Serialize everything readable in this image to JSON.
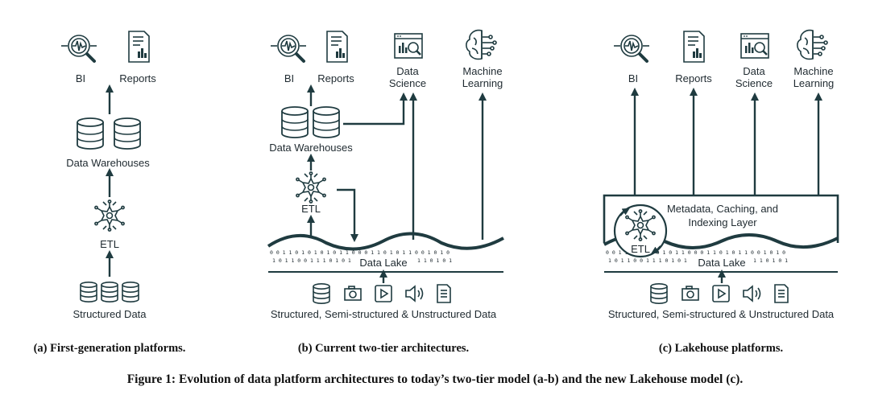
{
  "panel_a": {
    "bi": "BI",
    "reports": "Reports",
    "warehouses": "Data Warehouses",
    "etl": "ETL",
    "source": "Structured Data",
    "caption": "(a) First-generation platforms."
  },
  "panel_b": {
    "bi": "BI",
    "reports": "Reports",
    "ds_1": "Data",
    "ds_2": "Science",
    "ml_1": "Machine",
    "ml_2": "Learning",
    "warehouses": "Data Warehouses",
    "etl": "ETL",
    "lake": "Data Lake",
    "source": "Structured, Semi-structured & Unstructured Data",
    "caption": "(b) Current two-tier architectures."
  },
  "panel_c": {
    "bi": "BI",
    "reports": "Reports",
    "ds_1": "Data",
    "ds_2": "Science",
    "ml_1": "Machine",
    "ml_2": "Learning",
    "layer_1": "Metadata, Caching, and",
    "layer_2": "Indexing Layer",
    "etl": "ETL",
    "lake": "Data Lake",
    "source": "Structured, Semi-structured & Unstructured Data",
    "caption": "(c) Lakehouse platforms."
  },
  "figure_caption": "Figure 1: Evolution of data platform architectures to today’s two-tier model (a-b) and the new Lakehouse model (c).",
  "colors": {
    "ink": "#1f3b40",
    "text": "#1f2a30"
  },
  "icons": [
    "bi-magnifier-icon",
    "report-icon",
    "data-science-icon",
    "machine-learning-brain-icon",
    "database-icon",
    "etl-chip-icon",
    "camera-icon",
    "video-icon",
    "audio-icon",
    "document-icon"
  ]
}
